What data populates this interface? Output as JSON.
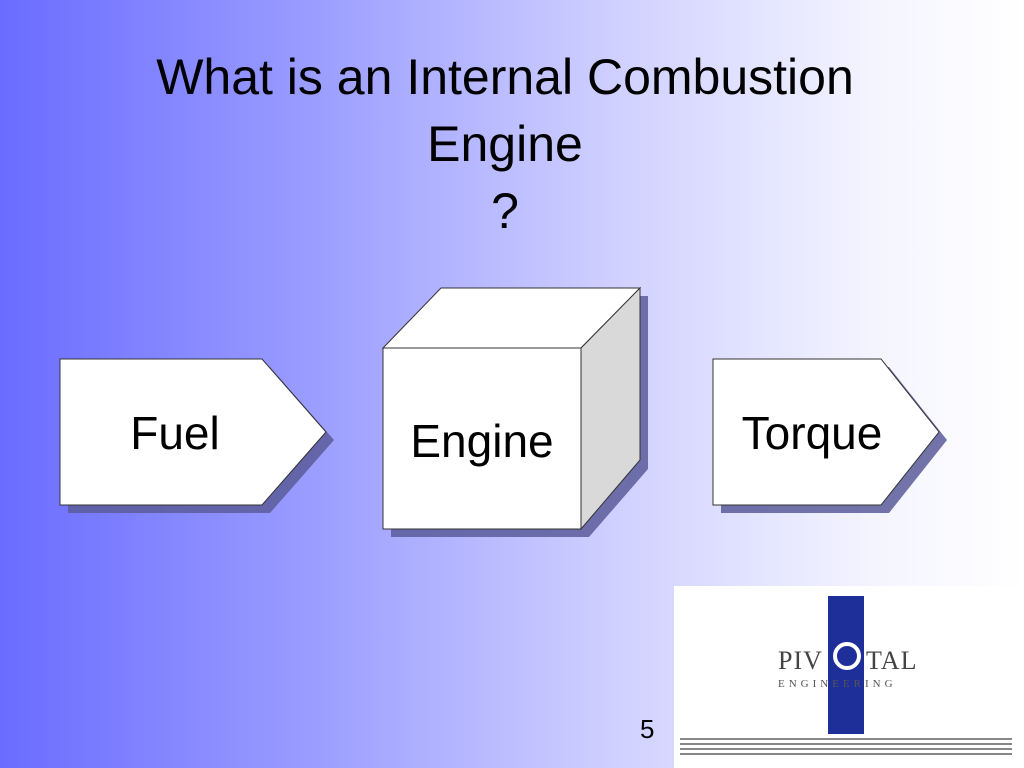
{
  "slide": {
    "title_line1": "What is an Internal Combustion",
    "title_line2": "Engine",
    "title_line3": "?",
    "page_number": "5"
  },
  "diagram": {
    "input_label": "Fuel",
    "process_label": "Engine",
    "output_label": "Torque"
  },
  "logo": {
    "left_text": "PIV",
    "right_text": "TAL",
    "subtitle": "ENGINEERING",
    "icon": "pivotal-engineering-logo"
  },
  "colors": {
    "gradient_left": "#6a6cff",
    "gradient_right": "#ffffff",
    "logo_bar": "#1f2f9a",
    "shape_fill": "#ffffff",
    "shape_shadow": "#5a5c9a",
    "cube_side": "#d9d9d9"
  }
}
